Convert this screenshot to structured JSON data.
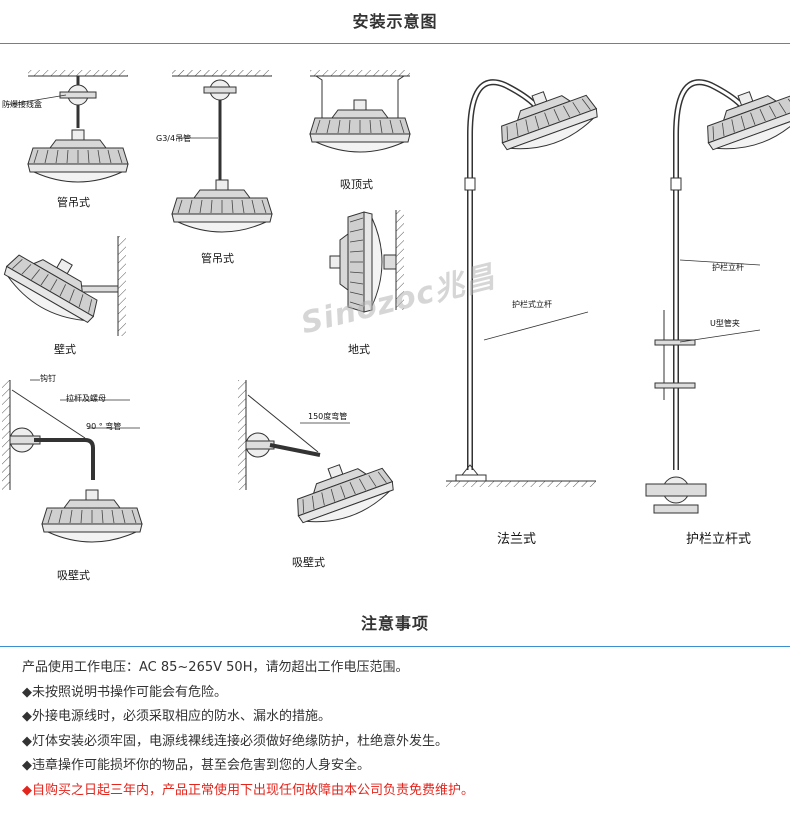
{
  "install": {
    "title": "安装示意图",
    "labels": {
      "box": "防爆接线盒",
      "pendant1": "管吊式",
      "g34": "G3/4吊管",
      "pendant2": "管吊式",
      "ceiling": "吸顶式",
      "wall": "壁式",
      "floor": "地式",
      "railpole": "护栏式立杆",
      "hook": "钩钉",
      "rod": "拉杆及螺母",
      "elbow90": "90 ° 弯管",
      "wallsuction": "吸壁式",
      "bend150": "150度弯管",
      "wallsuction2": "吸壁式",
      "flange": "法兰式",
      "guardpole": "护栏立杆",
      "uclamp": "U型管夹",
      "guardstyle": "护栏立杆式"
    },
    "watermark": "Sinozoc兆昌"
  },
  "notice": {
    "title": "注意事项",
    "items": [
      "产品使用工作电压：AC 85~265V 50H，请勿超出工作电压范围。",
      "◆未按照说明书操作可能会有危险。",
      "◆外接电源线时，必须采取相应的防水、漏水的措施。",
      "◆灯体安装必须牢固，电源线裸线连接必须做好绝缘防护，杜绝意外发生。",
      "◆违章操作可能损坏你的物品，甚至会危害到您的人身安全。",
      "◆自购买之日起三年内，产品正常使用下出现任何故障由本公司负责免费维护。"
    ]
  },
  "colors": {
    "rule": "#3a8fd0",
    "warning": "#e4251c"
  }
}
